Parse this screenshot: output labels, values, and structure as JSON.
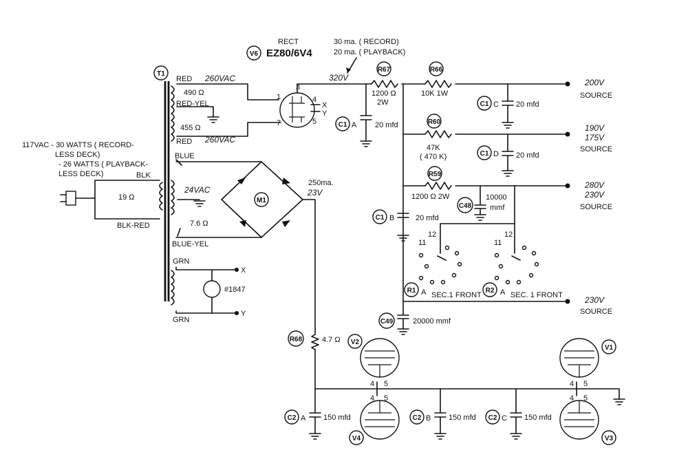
{
  "rectifier": {
    "title": "RECT",
    "ref": "V6",
    "type": "EZ80/6V4",
    "pin1": "1",
    "pin3": "3",
    "pin4": "4",
    "pin5": "5",
    "pin7": "7",
    "out_x": "X",
    "out_y": "Y"
  },
  "current_note": {
    "line1": "30 ma. ( RECORD)",
    "line2": "20 ma. ( PLAYBACK)"
  },
  "voltages": {
    "b320": "320V",
    "b250": "250ma.",
    "b23": "23V"
  },
  "transformer": {
    "ref": "T1",
    "red_top": "RED",
    "v260_top": "260VAC",
    "r490": "490 Ω",
    "red_yel": "RED-YEL",
    "r455": "455 Ω",
    "red_bot": "RED",
    "v260_bot": "260VAC",
    "blue": "BLUE",
    "v24": "24VAC",
    "r76": "7.6 Ω",
    "blue_yel": "BLUE-YEL",
    "grn_top": "GRN",
    "grn_bot": "GRN",
    "lamp": "#1847",
    "lx": "X",
    "ly": "Y"
  },
  "primary": {
    "line1": "117VAC - 30 WATTS ( RECORD-",
    "line2": "LESS DECK)",
    "line3": "- 26 WATTS ( PLAYBACK-",
    "line4": "LESS DECK)",
    "blk": "BLK",
    "r19": "19 Ω",
    "blk_red": "BLK-RED"
  },
  "bridge": {
    "ref": "M1"
  },
  "resistors": {
    "r67": {
      "ref": "R67",
      "value": "1200 Ω",
      "watt": "2W"
    },
    "r66": {
      "ref": "R66",
      "value": "10K   1W"
    },
    "r60": {
      "ref": "R60",
      "value": "47K",
      "alt": "( 470 K)"
    },
    "r59": {
      "ref": "R59",
      "value": "1200 Ω   2W"
    },
    "r68": {
      "ref": "R68",
      "value": "4.7 Ω"
    }
  },
  "caps": {
    "c1a": {
      "ref": "C1",
      "sec": "A",
      "value": "20 mfd"
    },
    "c1c": {
      "ref": "C1",
      "sec": "C",
      "value": "20 mfd"
    },
    "c1d": {
      "ref": "C1",
      "sec": "D",
      "value": "20 mfd"
    },
    "c1b": {
      "ref": "C1",
      "sec": "B",
      "value": "20 mfd"
    },
    "c48": {
      "ref": "C48",
      "value": "10000",
      "unit": "mmf"
    },
    "c49": {
      "ref": "C49",
      "value": "20000 mmf"
    },
    "c2a": {
      "ref": "C2",
      "sec": "A",
      "value": "150 mfd"
    },
    "c2b": {
      "ref": "C2",
      "sec": "B",
      "value": "150 mfd"
    },
    "c2c": {
      "ref": "C2",
      "sec": "C",
      "value": "150 mfd"
    }
  },
  "sources": {
    "s200": {
      "v": "200V",
      "label": "SOURCE"
    },
    "s190": {
      "v1": "190V",
      "v2": "175V",
      "label": "SOURCE"
    },
    "s280": {
      "v1": "280V",
      "v2": "230V",
      "label": "SOURCE"
    },
    "s230": {
      "v": "230V",
      "label": "SOURCE"
    }
  },
  "switches": {
    "r1": {
      "ref": "R1",
      "sec": "A",
      "label": "SEC.1 FRONT",
      "p11": "11",
      "p12": "12"
    },
    "r2": {
      "ref": "R2",
      "sec": "A",
      "label": "SEC. 1 FRONT",
      "p11": "11",
      "p12": "12"
    }
  },
  "tubes": {
    "v1": "V1",
    "v2": "V2",
    "v3": "V3",
    "v4": "V4",
    "p4": "4",
    "p5": "5"
  }
}
